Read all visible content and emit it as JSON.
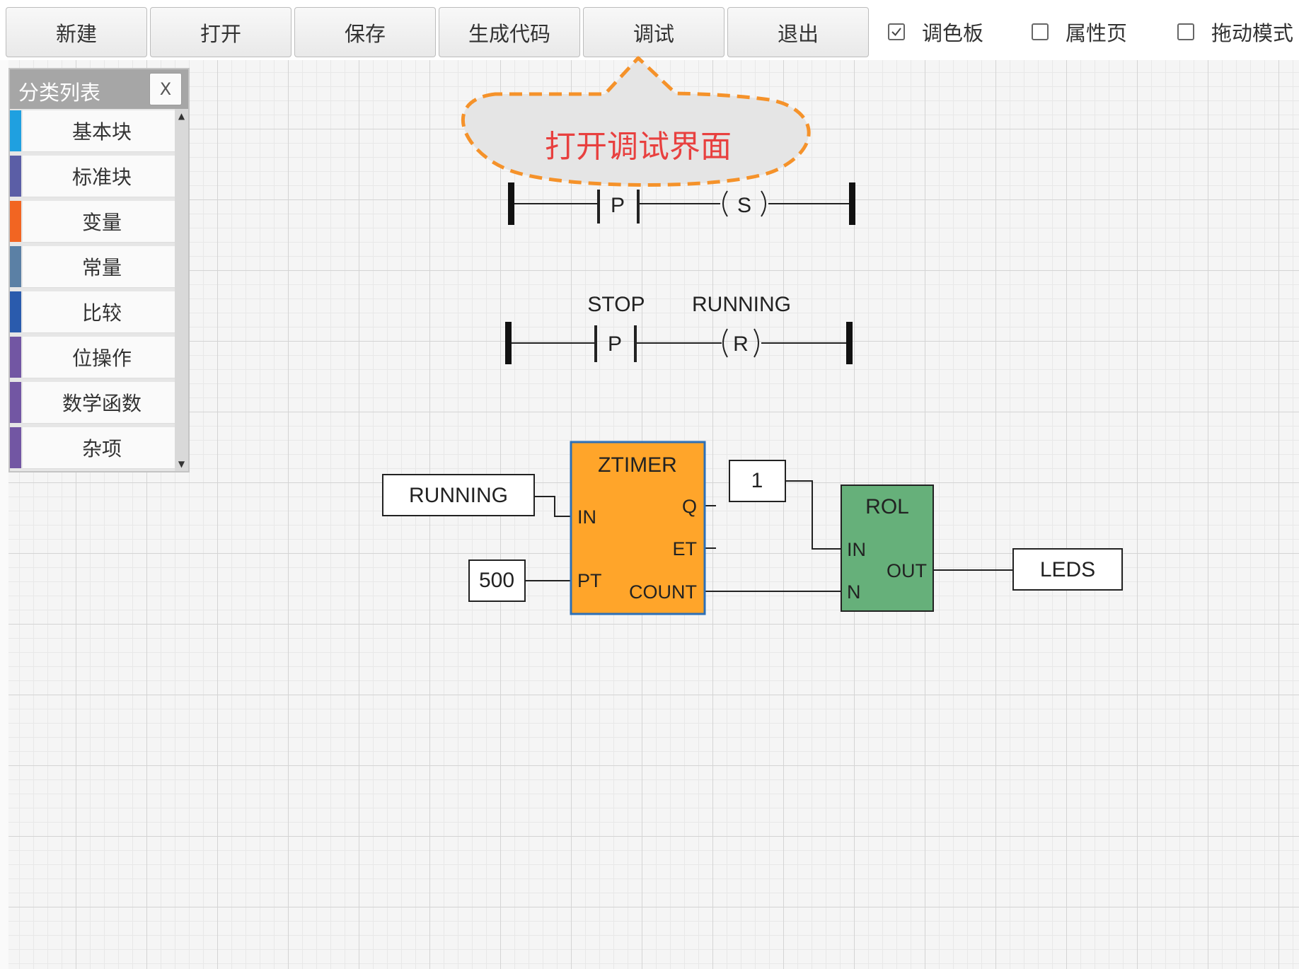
{
  "toolbar": {
    "buttons": [
      {
        "label": "新建"
      },
      {
        "label": "打开"
      },
      {
        "label": "保存"
      },
      {
        "label": "生成代码"
      },
      {
        "label": "调试"
      },
      {
        "label": "退出"
      }
    ],
    "checkboxes": [
      {
        "label": "调色板",
        "checked": true
      },
      {
        "label": "属性页",
        "checked": false
      },
      {
        "label": "拖动模式",
        "checked": false
      }
    ]
  },
  "palette": {
    "title": "分类列表",
    "close_label": "X",
    "categories": [
      {
        "label": "基本块",
        "color": "#1fa0e0"
      },
      {
        "label": "标准块",
        "color": "#5b5ea6"
      },
      {
        "label": "变量",
        "color": "#f26522"
      },
      {
        "label": "常量",
        "color": "#5b80a5"
      },
      {
        "label": "比较",
        "color": "#2a5bad"
      },
      {
        "label": "位操作",
        "color": "#7256a3"
      },
      {
        "label": "数学函数",
        "color": "#7256a3"
      },
      {
        "label": "杂项",
        "color": "#7256a3"
      }
    ]
  },
  "tooltip": {
    "text": "打开调试界面",
    "text_color": "#e8403f",
    "border_color": "#f5922a"
  },
  "ladder": {
    "rung1": {
      "contact_type": "P",
      "coil_type": "S"
    },
    "rung2": {
      "contact_label": "STOP",
      "contact_type": "P",
      "coil_label": "RUNNING",
      "coil_type": "R"
    }
  },
  "fbd": {
    "timer": {
      "name": "ZTIMER",
      "color": "#ffa52a",
      "inputs": [
        "IN",
        "PT"
      ],
      "outputs": [
        "Q",
        "ET",
        "COUNT"
      ]
    },
    "rol": {
      "name": "ROL",
      "color": "#66b07a",
      "inputs": [
        "IN",
        "N"
      ],
      "outputs": [
        "OUT"
      ]
    },
    "input_var": "RUNNING",
    "pt_const": "500",
    "in_const": "1",
    "output_var": "LEDS"
  }
}
